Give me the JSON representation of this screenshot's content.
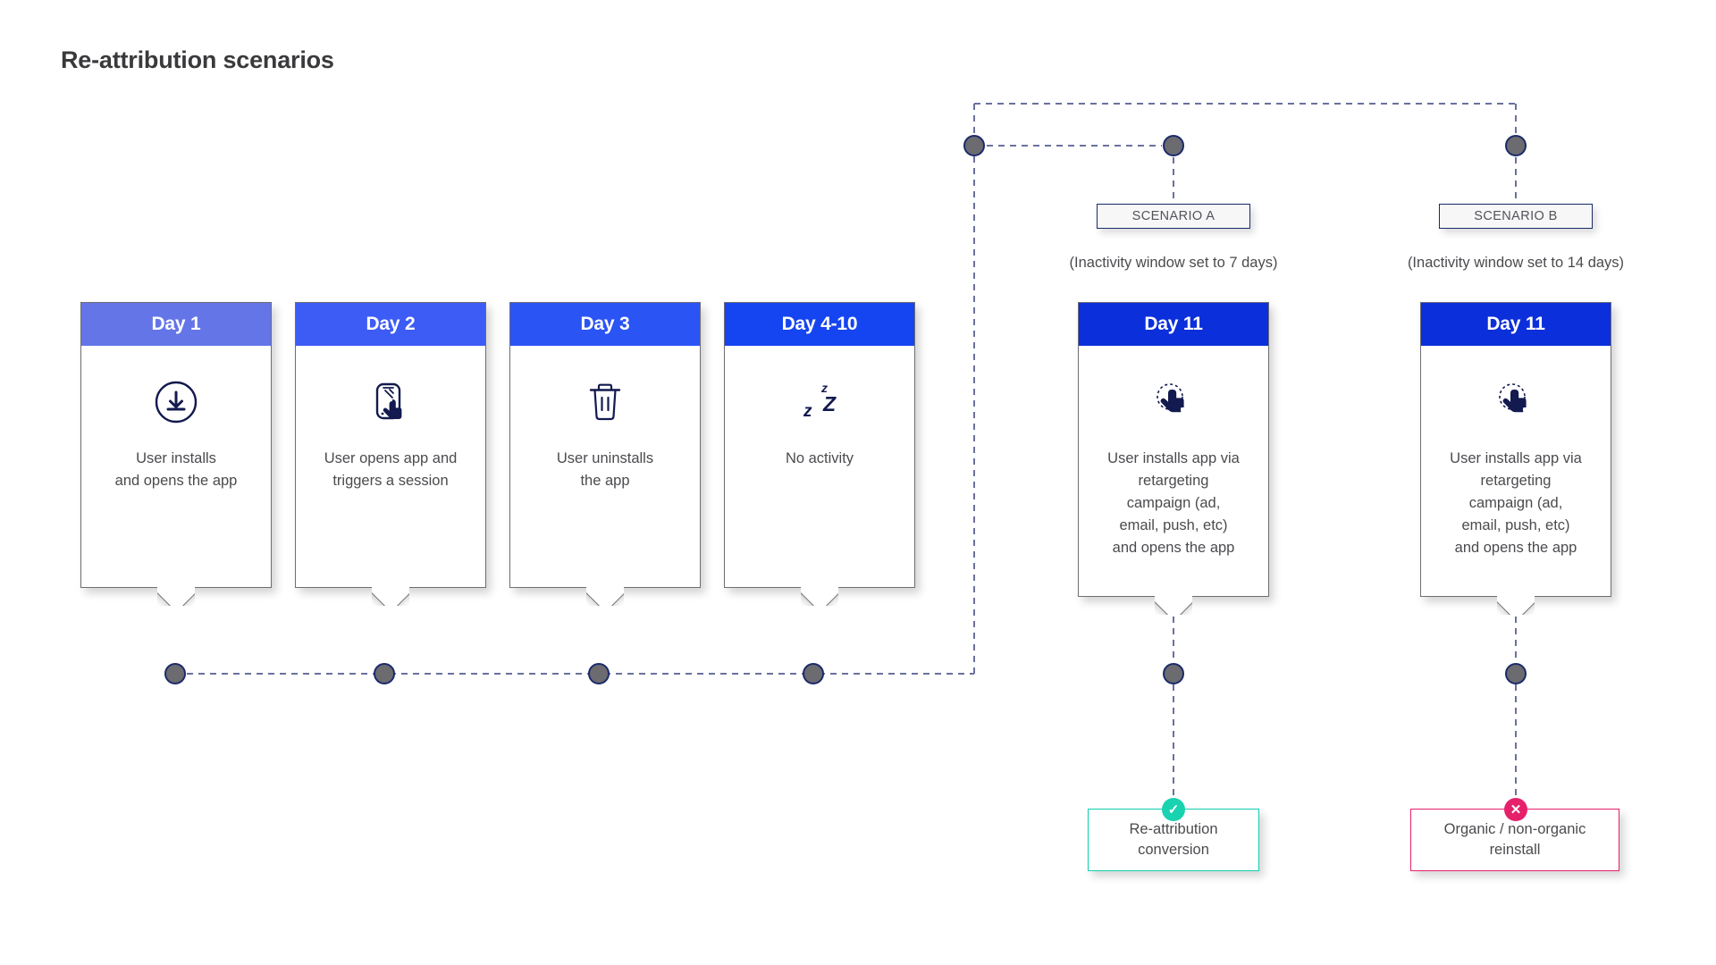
{
  "page": {
    "title": "Re-attribution scenarios",
    "background": "#ffffff"
  },
  "colors": {
    "header_day1": "#6475e8",
    "header_day2": "#3d5bf5",
    "header_day3": "#2b54f5",
    "header_day4_10": "#1545f0",
    "header_day11": "#0b2fdb",
    "dot_fill": "#6b6b70",
    "dot_stroke": "#1b2a6b",
    "wire": "#6a719e",
    "icon_navy": "#121a4f",
    "success": "#19d2b0",
    "failure": "#e6216b",
    "card_border": "#6e6e73",
    "text": "#4b4b4f",
    "title_text": "#3a3a3c"
  },
  "timeline": {
    "cards": [
      {
        "id": "day-1",
        "title": "Day 1",
        "text": "User installs\nand opens the app",
        "icon": "download-circle-icon",
        "header_color": "#6475e8"
      },
      {
        "id": "day-2",
        "title": "Day 2",
        "text": "User opens app and\ntriggers a session",
        "icon": "phone-tap-icon",
        "header_color": "#3d5bf5"
      },
      {
        "id": "day-3",
        "title": "Day 3",
        "text": "User uninstalls\nthe app",
        "icon": "trash-icon",
        "header_color": "#2b54f5"
      },
      {
        "id": "day-4-10",
        "title": "Day 4-10",
        "text": "No activity",
        "icon": "sleep-zzz-icon",
        "header_color": "#1545f0"
      }
    ]
  },
  "scenarios": [
    {
      "id": "scenario-a",
      "chip_label": "SCENARIO A",
      "note": "(Inactivity window set to 7 days)",
      "card": {
        "id": "day-11-a",
        "title": "Day 11",
        "text": "User installs app via\nretargeting\ncampaign (ad,\nemail, push, etc)\nand opens the app",
        "icon": "hand-tap-icon",
        "header_color": "#0b2fdb"
      },
      "outcome": {
        "id": "outcome-reattribution",
        "label": "Re-attribution\nconversion",
        "status": "success",
        "badge_icon": "check-icon",
        "badge_glyph": "✓",
        "border_color": "#13cfb0"
      }
    },
    {
      "id": "scenario-b",
      "chip_label": "SCENARIO B",
      "note": "(Inactivity window set to 14 days)",
      "card": {
        "id": "day-11-b",
        "title": "Day 11",
        "text": "User installs app via\nretargeting\ncampaign (ad,\nemail, push, etc)\nand opens the app",
        "icon": "hand-tap-icon",
        "header_color": "#0b2fdb"
      },
      "outcome": {
        "id": "outcome-reinstall",
        "label": "Organic / non-organic\nreinstall",
        "status": "failure",
        "badge_icon": "close-icon",
        "badge_glyph": "✕",
        "border_color": "#e6216b"
      }
    }
  ]
}
